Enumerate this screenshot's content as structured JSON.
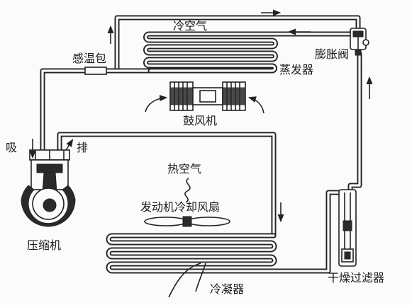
{
  "labels": {
    "cold_air": "冷空气",
    "temp_bulb": "感温包",
    "expansion_valve": "膨胀阀",
    "evaporator": "蒸发器",
    "blower": "鼓风机",
    "suction": "吸",
    "discharge": "排",
    "hot_air": "热空气",
    "cooling_fan": "发动机冷却风扇",
    "compressor": "压缩机",
    "dryer_filter": "干燥过滤器",
    "condenser": "冷凝器"
  }
}
